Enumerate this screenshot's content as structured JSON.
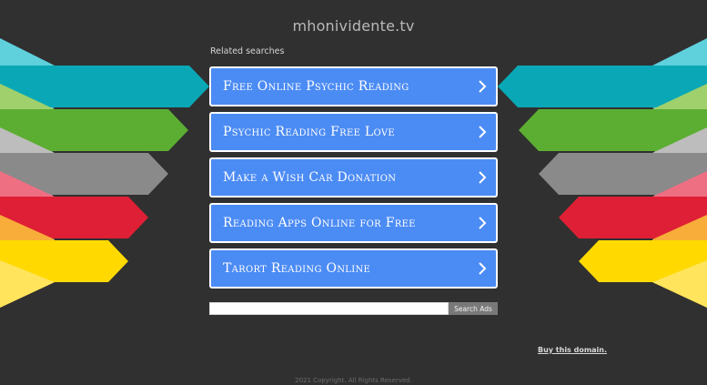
{
  "header": {
    "domain": "mhonividente.tv"
  },
  "related": {
    "heading": "Related searches",
    "items": [
      {
        "label": "Free Online Psychic Reading"
      },
      {
        "label": "Psychic Reading Free Love"
      },
      {
        "label": "Make a Wish Car Donation"
      },
      {
        "label": "Reading Apps Online for Free"
      },
      {
        "label": "Tarort Reading Online"
      }
    ],
    "chevron_icon": "chevron-right-icon"
  },
  "search": {
    "value": "",
    "button_label": "Search Ads"
  },
  "buy_link": "Buy this domain.",
  "footer": {
    "copyright": "2021 Copyright. All Rights Reserved."
  },
  "colors": {
    "background": "#303030",
    "result_button": "#4b8bf4",
    "ribbon_teal": "#0aa8b6",
    "ribbon_green": "#5cae32",
    "ribbon_gray": "#8a8a8a",
    "ribbon_red": "#df1f35",
    "ribbon_yellow": "#ffd900"
  }
}
